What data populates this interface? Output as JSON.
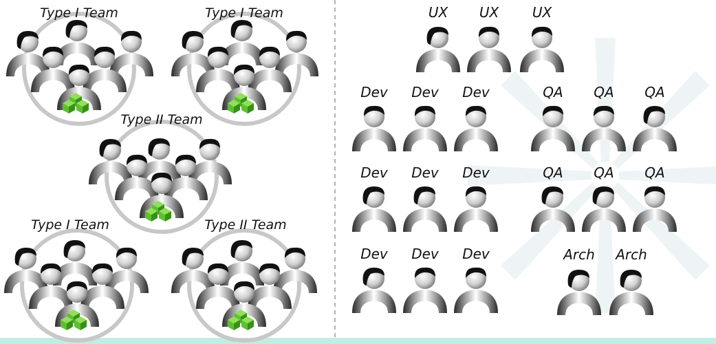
{
  "left_panel": {
    "teams": [
      {
        "label": "Type I Team"
      },
      {
        "label": "Type I Team"
      },
      {
        "label": "Type II Team"
      },
      {
        "label": "Type I Team"
      },
      {
        "label": "Type II Team"
      }
    ]
  },
  "right_panel": {
    "groups": [
      {
        "role": "UX",
        "labels": [
          "UX",
          "UX",
          "UX"
        ]
      },
      {
        "role": "Dev",
        "labels": [
          "Dev",
          "Dev",
          "Dev"
        ]
      },
      {
        "role": "QA",
        "labels": [
          "QA",
          "QA",
          "QA"
        ]
      },
      {
        "role": "Dev",
        "labels": [
          "Dev",
          "Dev",
          "Dev"
        ]
      },
      {
        "role": "QA",
        "labels": [
          "QA",
          "QA",
          "QA"
        ]
      },
      {
        "role": "Dev",
        "labels": [
          "Dev",
          "Dev",
          "Dev"
        ]
      },
      {
        "role": "Arch",
        "labels": [
          "Arch",
          "Arch"
        ]
      }
    ]
  },
  "colors": {
    "circle": "#c8c8c8",
    "divider": "#9a9a9a",
    "cube": "#5cc12e",
    "cube_dark": "#3a8f18",
    "hair": "#111111",
    "accent_bar": "#bfeee4",
    "starburst": "#eef4f6"
  }
}
